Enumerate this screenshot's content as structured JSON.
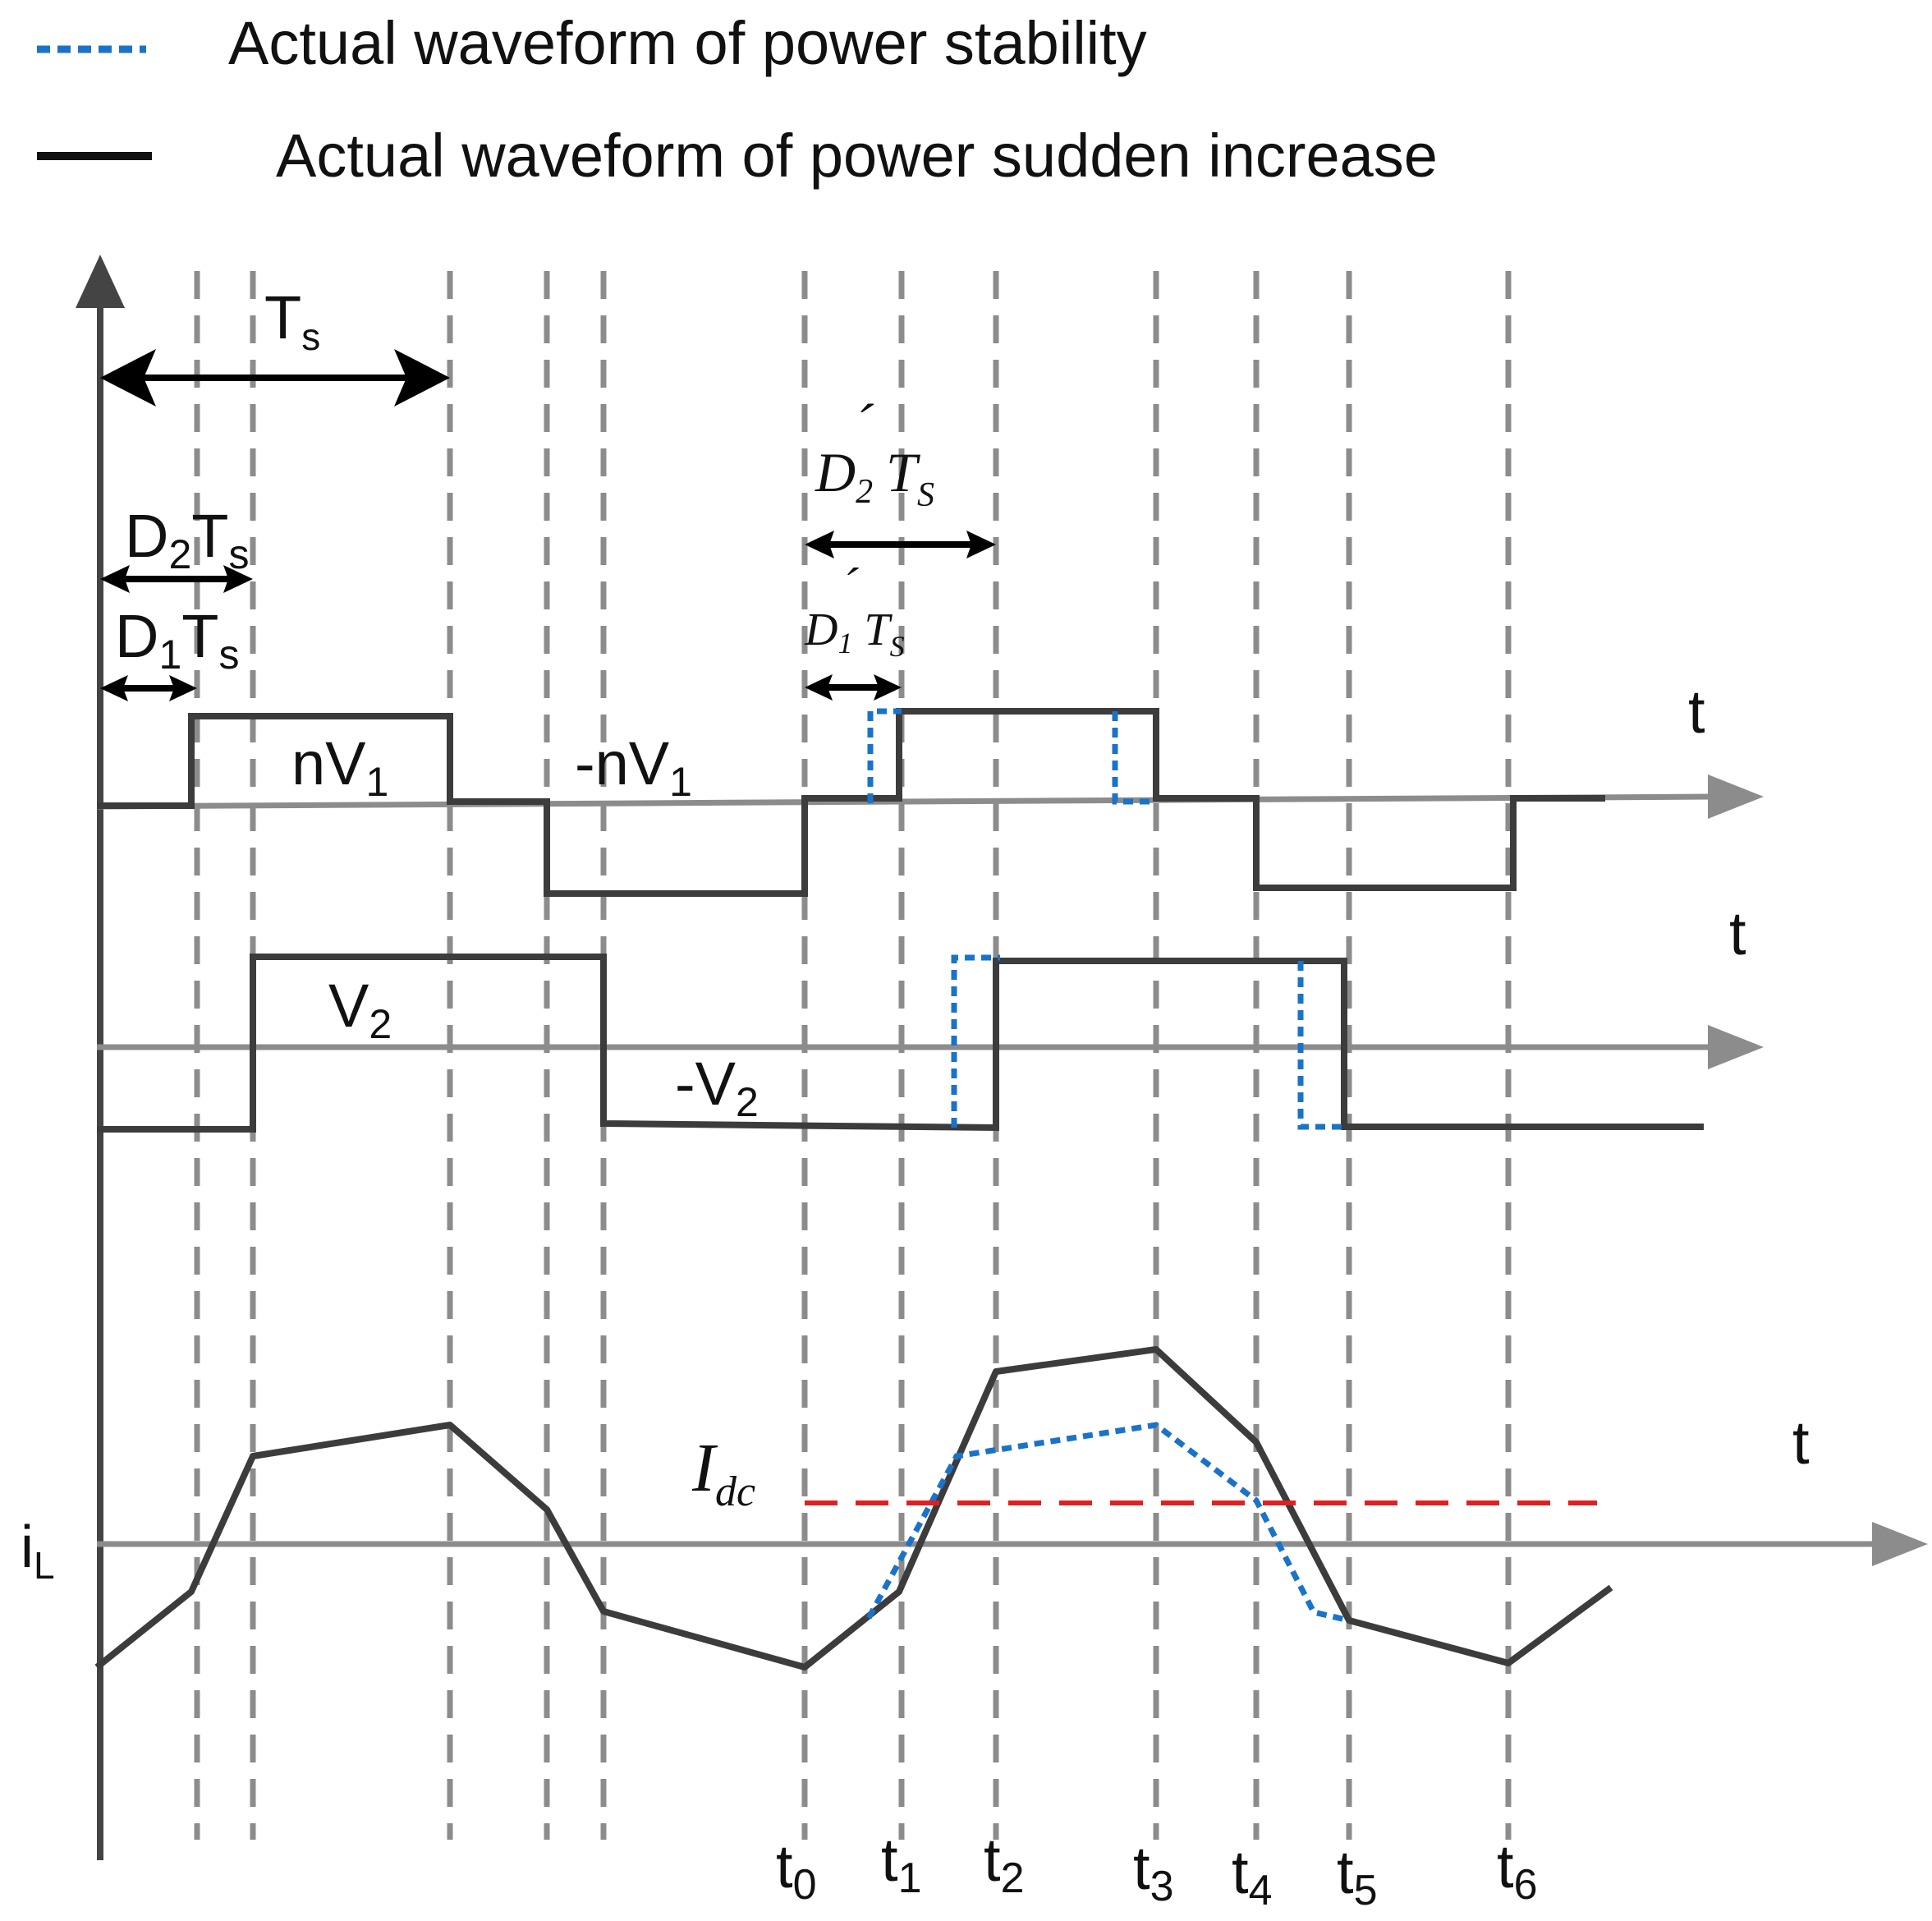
{
  "legend": {
    "dotted_label": "Actual waveform of power stability",
    "solid_label": "Actual waveform of power sudden increase",
    "dotted_color": "#1a73c8",
    "solid_color": "#3c3c3c"
  },
  "colors": {
    "gridline": "#8c8c8c",
    "axis": "#8c8c8c",
    "main_axis": "#444444",
    "idc_line": "#e02020",
    "arrow_black": "#000000"
  },
  "labels": {
    "ts": {
      "main": "T",
      "sub": "s"
    },
    "d2ts": {
      "a": "D",
      "a_sub": "2",
      "b": "T",
      "b_sub": "s"
    },
    "d1ts": {
      "a": "D",
      "a_sub": "1",
      "b": "T",
      "b_sub": "s"
    },
    "d2pts": {
      "a": "D",
      "a_sub": "2",
      "prime": "´",
      "b": "T",
      "b_sub": "S"
    },
    "d1pts": {
      "a": "D",
      "a_sub": "1",
      "prime": "´",
      "b": "T",
      "b_sub": "S"
    },
    "nv1": {
      "main": "nV",
      "sub": "1"
    },
    "neg_nv1": {
      "main": "-nV",
      "sub": "1"
    },
    "v2": {
      "main": "V",
      "sub": "2"
    },
    "neg_v2": {
      "main": "-V",
      "sub": "2"
    },
    "idc": {
      "main": "I",
      "sub": "dc"
    },
    "il": {
      "main": "i",
      "sub": "L"
    },
    "t_axis1": "t",
    "t_axis2": "t",
    "t_axis3": "t"
  },
  "time_marks": [
    {
      "main": "t",
      "sub": "0"
    },
    {
      "main": "t",
      "sub": "1"
    },
    {
      "main": "t",
      "sub": "2"
    },
    {
      "main": "t",
      "sub": "3"
    },
    {
      "main": "t",
      "sub": "4"
    },
    {
      "main": "t",
      "sub": "5"
    },
    {
      "main": "t",
      "sub": "6"
    }
  ]
}
